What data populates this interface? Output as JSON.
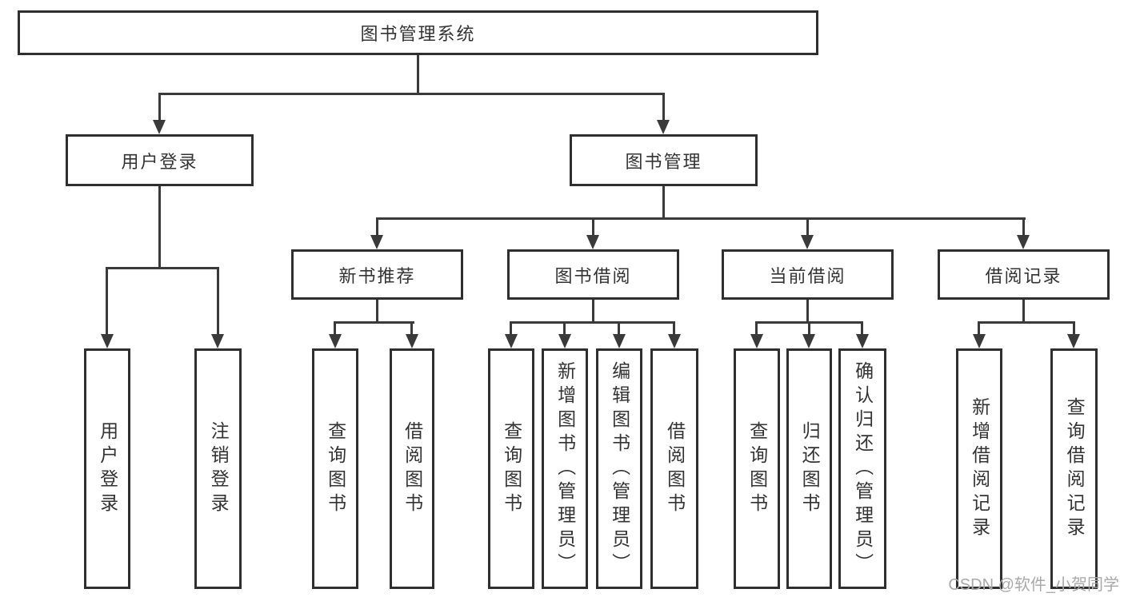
{
  "diagram": {
    "type": "hierarchy-tree",
    "root": {
      "label": "图书管理系统",
      "children": [
        {
          "label": "用户登录",
          "children": [
            {
              "label": "用户登录"
            },
            {
              "label": "注销登录"
            }
          ]
        },
        {
          "label": "图书管理",
          "children": [
            {
              "label": "新书推荐",
              "children": [
                {
                  "label": "查询图书"
                },
                {
                  "label": "借阅图书"
                }
              ]
            },
            {
              "label": "图书借阅",
              "children": [
                {
                  "label": "查询图书"
                },
                {
                  "label": "新增图书（管理员）"
                },
                {
                  "label": "编辑图书（管理员）"
                },
                {
                  "label": "借阅图书"
                }
              ]
            },
            {
              "label": "当前借阅",
              "children": [
                {
                  "label": "查询图书"
                },
                {
                  "label": "归还图书"
                },
                {
                  "label": "确认归还（管理员）"
                }
              ]
            },
            {
              "label": "借阅记录",
              "children": [
                {
                  "label": "新增借阅记录"
                },
                {
                  "label": "查询借阅记录"
                }
              ]
            }
          ]
        }
      ]
    },
    "colors": {
      "background": "#ffffff",
      "box_border": "#2f2f2f",
      "text": "#333333",
      "line": "#3a3a3a",
      "watermark": "#a9a9a9"
    }
  },
  "watermark": {
    "text": "CSDN @软件_小贺同学"
  }
}
